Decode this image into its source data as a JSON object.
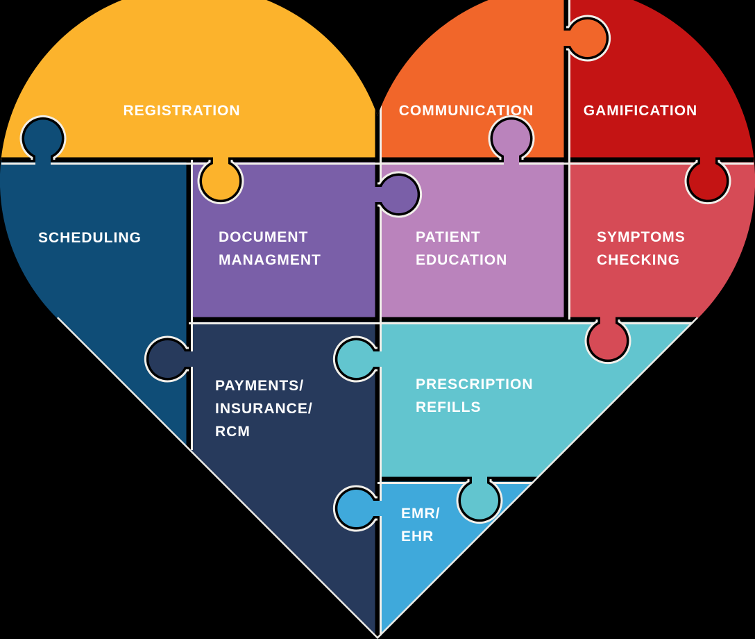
{
  "diagram": {
    "name": "patient-engagement-heart-puzzle",
    "background_color": "#000000",
    "gap_color": "#000000",
    "highlight_color": "#F1EFEA",
    "label_color": "#FFFFFF"
  },
  "pieces": [
    {
      "id": "registration",
      "label_lines": [
        "REGISTRATION"
      ],
      "color": "#FCB32C"
    },
    {
      "id": "communication",
      "label_lines": [
        "COMMUNICATION"
      ],
      "color": "#F1662A"
    },
    {
      "id": "gamification",
      "label_lines": [
        "GAMIFICATION"
      ],
      "color": "#C41414"
    },
    {
      "id": "scheduling",
      "label_lines": [
        "SCHEDULING"
      ],
      "color": "#0F4D77"
    },
    {
      "id": "document-management",
      "label_lines": [
        "DOCUMENT",
        "MANAGMENT"
      ],
      "color": "#7A5FA8"
    },
    {
      "id": "patient-education",
      "label_lines": [
        "PATIENT",
        "EDUCATION"
      ],
      "color": "#BA83BC"
    },
    {
      "id": "symptoms-checking",
      "label_lines": [
        "SYMPTOMS",
        "CHECKING"
      ],
      "color": "#D64B56"
    },
    {
      "id": "payments-insurance-rcm",
      "label_lines": [
        "PAYMENTS/",
        "INSURANCE/",
        "RCM"
      ],
      "color": "#273A5C"
    },
    {
      "id": "prescription-refills",
      "label_lines": [
        "PRESCRIPTION",
        "REFILLS"
      ],
      "color": "#62C5CF"
    },
    {
      "id": "emr-ehr",
      "label_lines": [
        "EMR/",
        "EHR"
      ],
      "color": "#3FA9DB"
    }
  ]
}
